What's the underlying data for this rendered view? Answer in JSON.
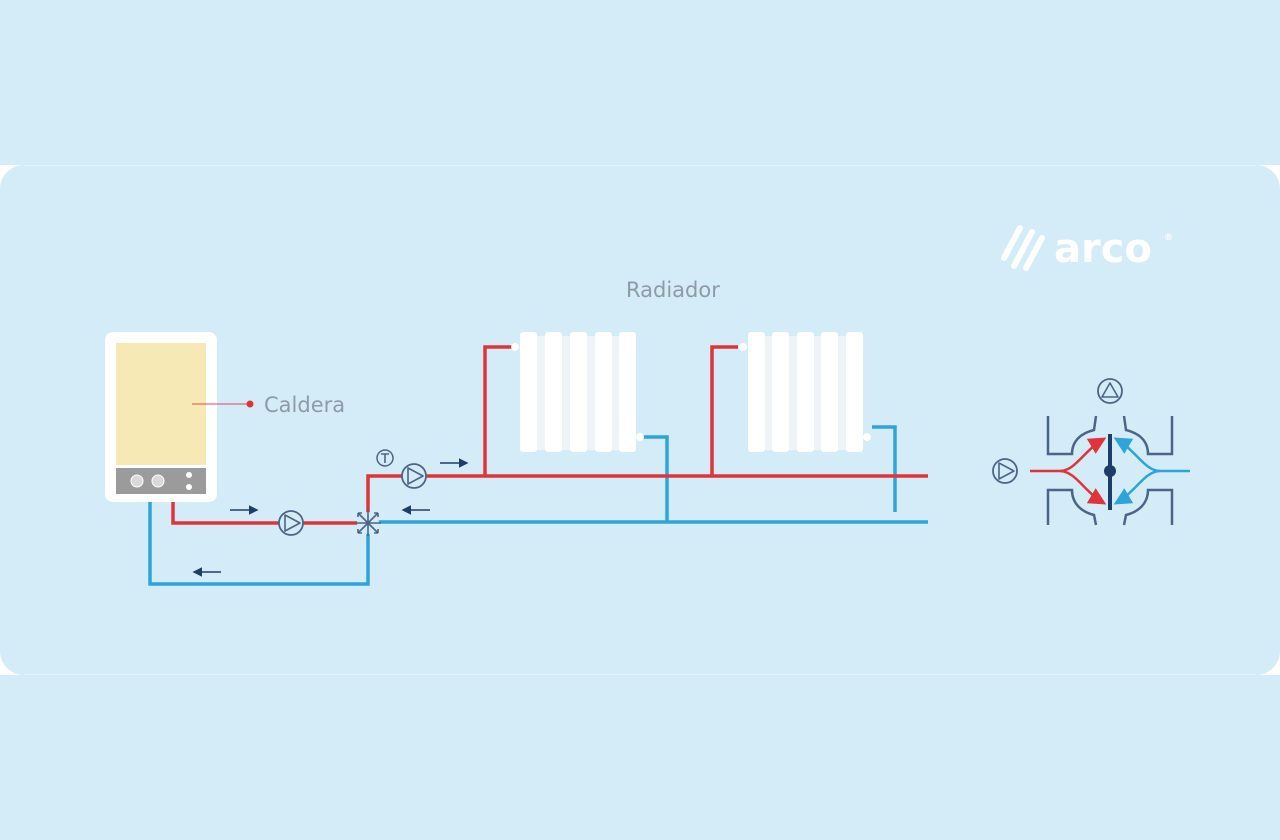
{
  "diagram": {
    "brand": {
      "name": "arco",
      "trademark": "®"
    },
    "labels": {
      "boiler": "Caldera",
      "radiator": "Radiador"
    },
    "colors": {
      "background": "#d3ecf8",
      "supply_pipe": "#e0343a",
      "return_pipe": "#2ea3dc",
      "symbol_stroke": "#4a6587",
      "boiler_body": "#f7e9b6",
      "boiler_panel": "#9b9b9b",
      "radiator": "#ffffff",
      "label_text": "#8f9aa3"
    },
    "components": [
      {
        "id": "boiler",
        "type": "boiler",
        "label_key": "boiler"
      },
      {
        "id": "pump-primary",
        "type": "circulation-pump"
      },
      {
        "id": "mixing-valve",
        "type": "four-way-valve"
      },
      {
        "id": "thermostat",
        "type": "temperature-sensor",
        "symbol": "T"
      },
      {
        "id": "pump-secondary",
        "type": "circulation-pump"
      },
      {
        "id": "radiator-1",
        "type": "radiator",
        "sections": 5
      },
      {
        "id": "radiator-2",
        "type": "radiator",
        "sections": 5
      },
      {
        "id": "valve-detail",
        "type": "valve-cutaway"
      }
    ],
    "flow_arrows": [
      {
        "pipe": "primary-supply",
        "direction": "right"
      },
      {
        "pipe": "secondary-supply",
        "direction": "right"
      },
      {
        "pipe": "secondary-return",
        "direction": "left"
      },
      {
        "pipe": "primary-return",
        "direction": "left"
      }
    ]
  }
}
